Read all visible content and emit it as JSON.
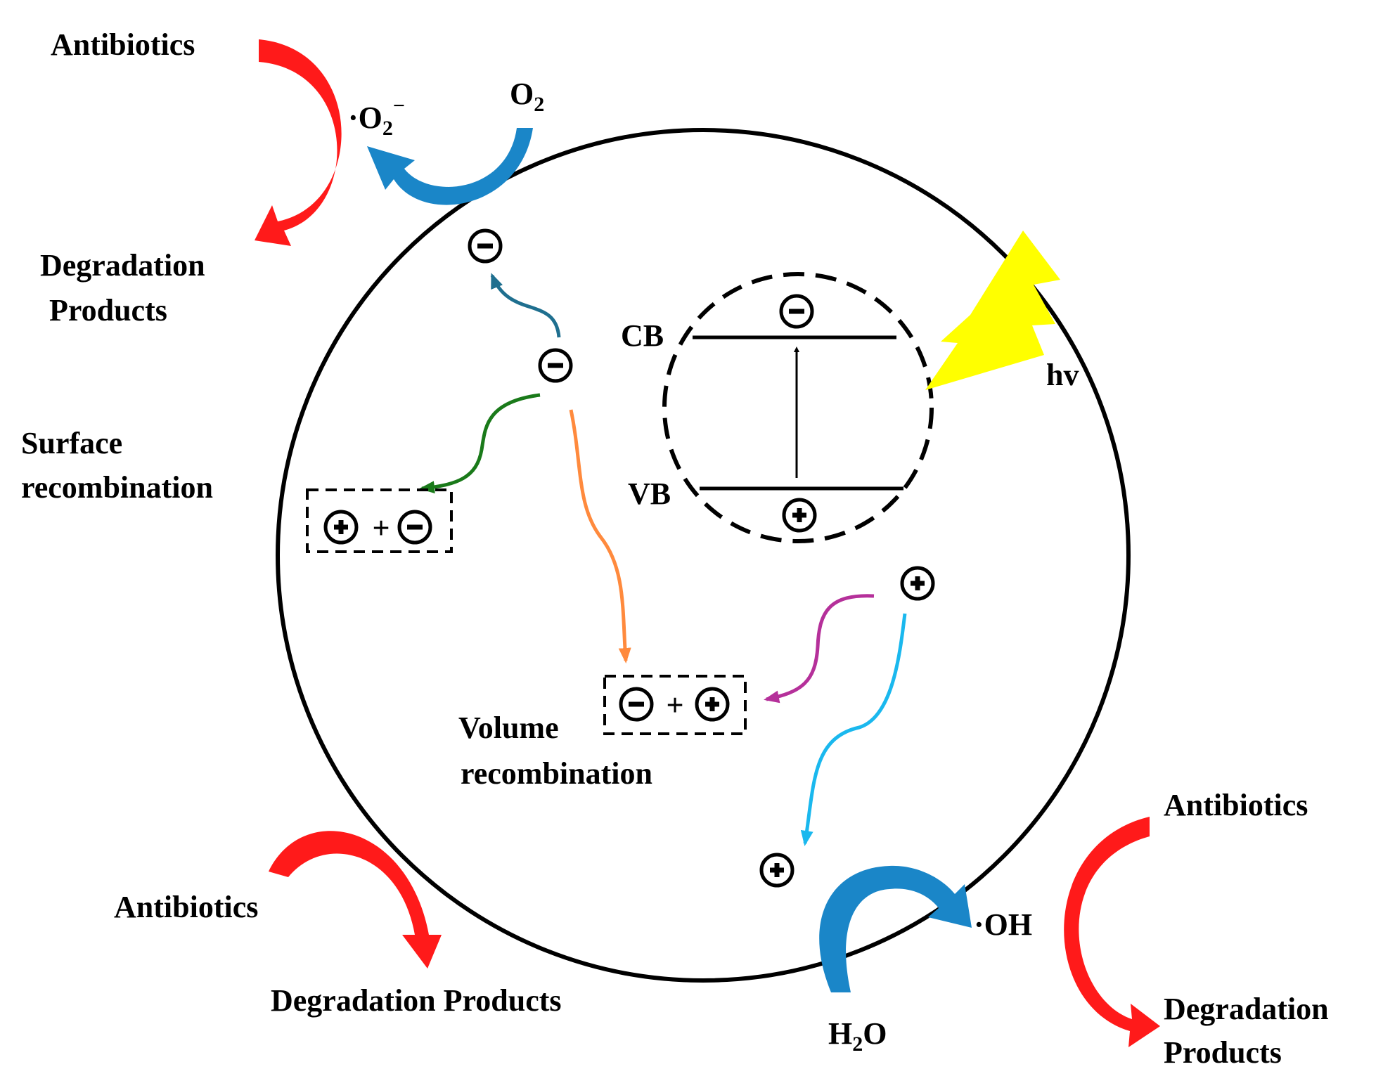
{
  "labels": {
    "antibiotics_top_left": "Antibiotics",
    "degradation_top_left_line1": "Degradation",
    "degradation_top_left_line2": "Products",
    "superoxide_prefix": "·O",
    "superoxide_sub": "2",
    "superoxide_sup": "−",
    "oxygen_main": "O",
    "oxygen_sub": "2",
    "cb": "CB",
    "vb": "VB",
    "hv": "hv",
    "surface_line1": "Surface",
    "surface_line2": "recombination",
    "volume_line1": "Volume",
    "volume_line2": "recombination",
    "plus_sign": "+",
    "antibiotics_bottom_left": "Antibiotics",
    "degradation_bottom_left": "Degradation Products",
    "hydroxyl": "·OH",
    "water_h": "H",
    "water_sub": "2",
    "water_o": "O",
    "antibiotics_bottom_right": "Antibiotics",
    "degradation_bottom_right_line1": "Degradation",
    "degradation_bottom_right_line2": "Products"
  },
  "colors": {
    "red_arrow": "#ff1a1a",
    "blue_arrow": "#1a86c8",
    "teal_arrow": "#1f6f8f",
    "green_arrow": "#1a7a1a",
    "orange_arrow": "#ff8a3d",
    "magenta_arrow": "#b5309a",
    "cyan_arrow": "#1ab8ee",
    "lightning": "#ffff00"
  }
}
